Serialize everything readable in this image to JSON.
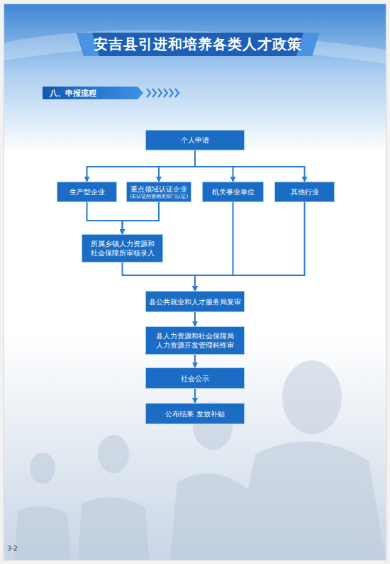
{
  "diagram": {
    "title": "安吉县引进和培养各类人才政策",
    "nodes": [
      {
        "text": [
          "八、申报流程"
        ]
      },
      {
        "text": [
          "个人申请"
        ]
      },
      {
        "text": [
          "生产型企业"
        ]
      },
      {
        "text": [
          "重点领域认证企业",
          "(未认证的需相关部门认证)"
        ]
      },
      {
        "text": [
          "机关事业单位"
        ]
      },
      {
        "text": [
          "其他行业"
        ]
      },
      {
        "text": [
          "所属乡镇人力资源和 社会保障所审核录入"
        ]
      },
      {
        "text": [
          "县公共就业和人才服务局复审"
        ]
      },
      {
        "text": [
          "县人力资源和社会保障局 人力资源开发管理科终审"
        ]
      },
      {
        "text": [
          "社会公示"
        ]
      },
      {
        "text": [
          "公布结果 发放补贴"
        ]
      }
    ],
    "edges": [
      {
        "from": 1,
        "to": 2,
        "arrow": "to"
      },
      {
        "from": 1,
        "to": 3,
        "arrow": "to"
      },
      {
        "from": 1,
        "to": 4,
        "arrow": "to"
      },
      {
        "from": 1,
        "to": 5,
        "arrow": "to"
      },
      {
        "from": 2,
        "to": 6,
        "arrow": "to"
      },
      {
        "from": 3,
        "to": 6,
        "arrow": "to"
      },
      {
        "from": 6,
        "to": 7,
        "arrow": "to"
      },
      {
        "from": 4,
        "to": 7,
        "arrow": "to"
      },
      {
        "from": 5,
        "to": 7,
        "arrow": "to"
      },
      {
        "from": 7,
        "to": 8,
        "arrow": "to"
      },
      {
        "from": 8,
        "to": 9,
        "arrow": "to"
      },
      {
        "from": 9,
        "to": 10,
        "arrow": "to"
      }
    ],
    "labels": [
      "3-2"
    ]
  }
}
